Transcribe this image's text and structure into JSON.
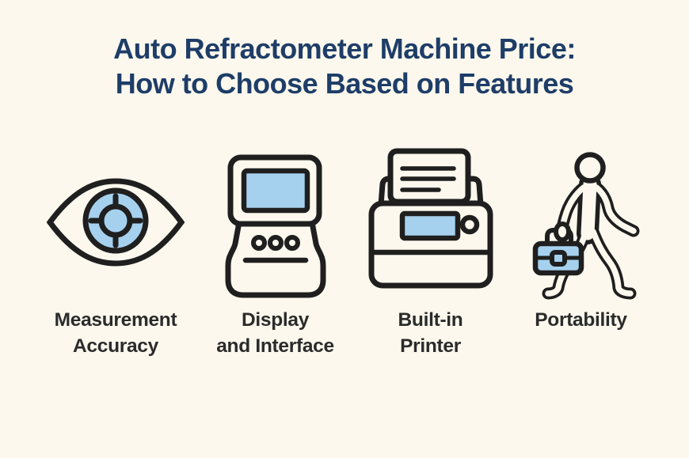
{
  "title": {
    "line1": "Auto Refractometer Machine Price:",
    "line2": "How to Choose Based on Features"
  },
  "features": [
    {
      "id": "measurement-accuracy",
      "icon": "eye-target-icon",
      "label_line1": "Measurement",
      "label_line2": "Accuracy"
    },
    {
      "id": "display-interface",
      "icon": "monitor-device-icon",
      "label_line1": "Display",
      "label_line2": "and Interface"
    },
    {
      "id": "built-in-printer",
      "icon": "printer-icon",
      "label_line1": "Built-in",
      "label_line2": "Printer"
    },
    {
      "id": "portability",
      "icon": "walking-person-briefcase-icon",
      "label_line1": "Portability",
      "label_line2": ""
    }
  ],
  "colors": {
    "background": "#fcf8ed",
    "title_text": "#1e3d68",
    "label_text": "#2b2b2b",
    "icon_outline": "#1f1f1f",
    "icon_accent_blue": "#a6d1ee"
  }
}
